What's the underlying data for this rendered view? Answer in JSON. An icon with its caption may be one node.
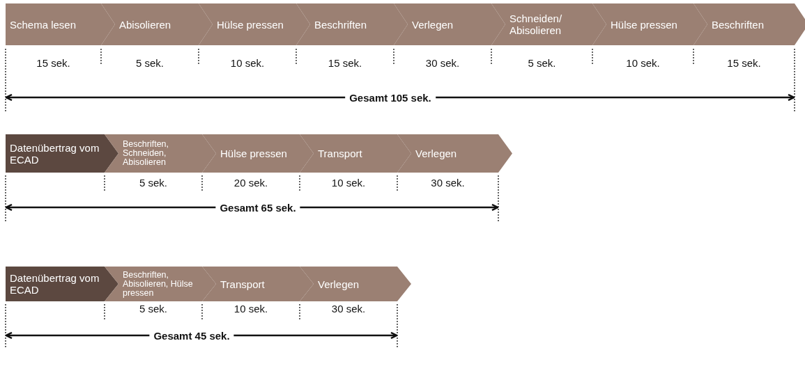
{
  "diagram": {
    "nodes": [
      {
        "text": [
          "Schema lesen"
        ],
        "beside": [
          "15 sek."
        ]
      },
      {
        "text": [
          "Abisolieren"
        ],
        "beside": [
          "5 sek."
        ]
      },
      {
        "text": [
          "Hülse pressen"
        ],
        "beside": [
          "10 sek."
        ]
      },
      {
        "text": [
          "Beschriften"
        ],
        "beside": [
          "15 sek."
        ]
      },
      {
        "text": [
          "Verlegen"
        ],
        "beside": [
          "30 sek."
        ]
      },
      {
        "text": [
          "Schneiden/ Abisolieren"
        ],
        "beside": [
          "5 sek."
        ]
      },
      {
        "text": [
          "Hülse pressen"
        ],
        "beside": [
          "10 sek."
        ]
      },
      {
        "text": [
          "Beschriften"
        ],
        "beside": [
          "15 sek."
        ]
      },
      {
        "text": [
          "Datenübertrag vom ECAD"
        ]
      },
      {
        "text": [
          "Beschriften, Schneiden, Abisolieren"
        ],
        "beside": [
          "5 sek."
        ]
      },
      {
        "text": [
          "Hülse pressen"
        ],
        "beside": [
          "20 sek."
        ]
      },
      {
        "text": [
          "Transport"
        ],
        "beside": [
          "10 sek."
        ]
      },
      {
        "text": [
          "Verlegen"
        ],
        "beside": [
          "30 sek."
        ]
      },
      {
        "text": [
          "Datenübertrag vom ECAD"
        ]
      },
      {
        "text": [
          "Beschriften, Abisolieren, Hülse pressen"
        ],
        "beside": [
          "5 sek."
        ]
      },
      {
        "text": [
          "Transport"
        ],
        "beside": [
          "10 sek."
        ]
      },
      {
        "text": [
          "Verlegen"
        ],
        "beside": [
          "30 sek."
        ]
      }
    ],
    "labels": [
      "Gesamt 105 sek.",
      "Gesamt 65 sek.",
      "Gesamt 45 sek."
    ]
  }
}
